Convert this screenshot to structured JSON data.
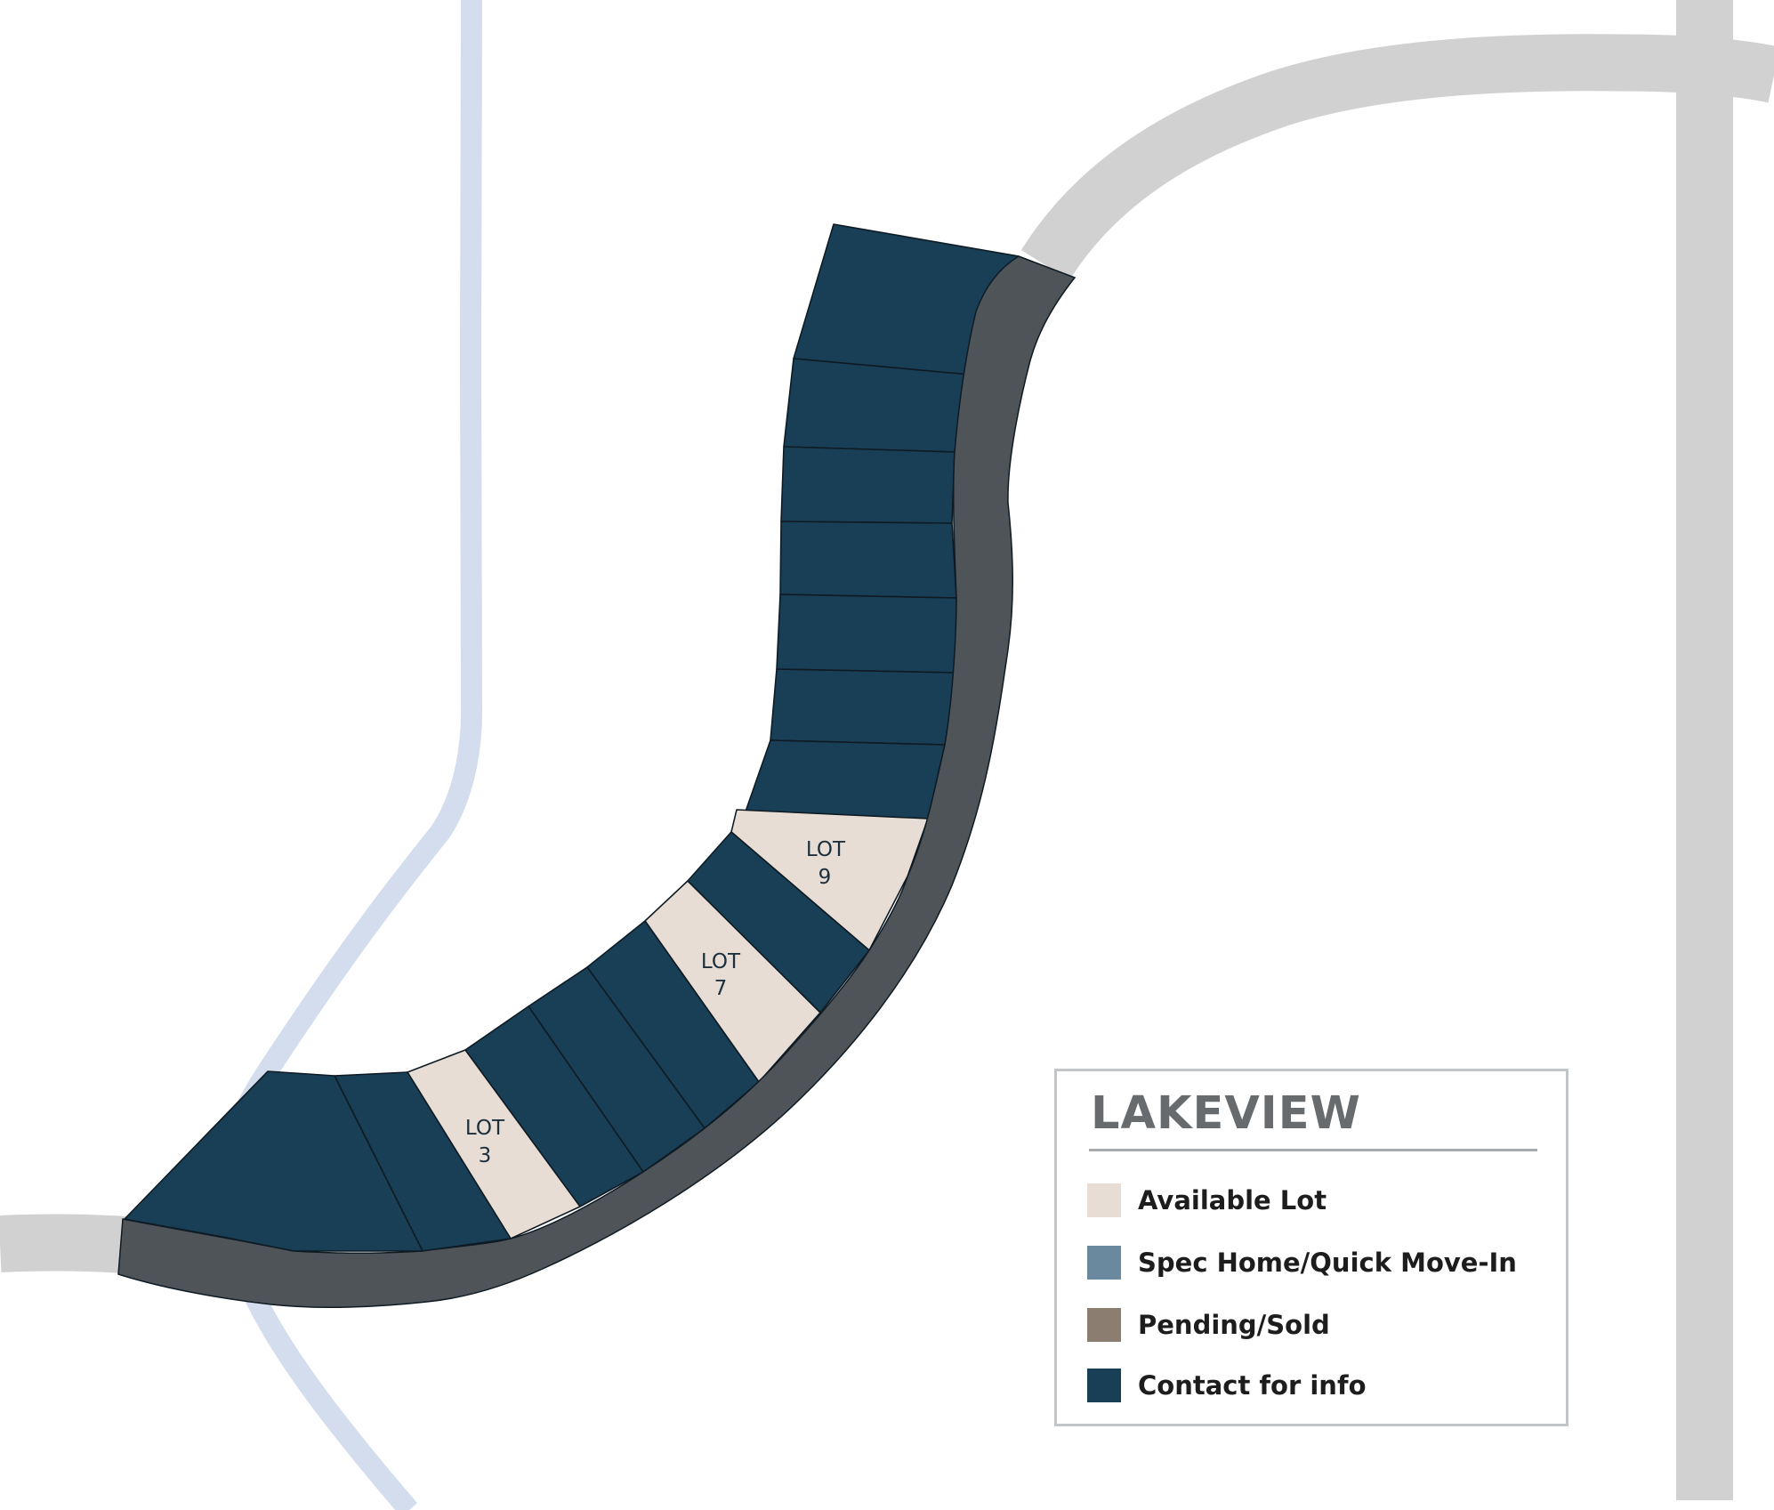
{
  "map": {
    "lots": [
      {
        "id": "lot-1",
        "status": "contact"
      },
      {
        "id": "lot-2",
        "status": "contact"
      },
      {
        "id": "lot-3",
        "status": "available",
        "label_line1": "LOT",
        "label_line2": "3"
      },
      {
        "id": "lot-4",
        "status": "contact"
      },
      {
        "id": "lot-5",
        "status": "contact"
      },
      {
        "id": "lot-6",
        "status": "contact"
      },
      {
        "id": "lot-7",
        "status": "available",
        "label_line1": "LOT",
        "label_line2": "7"
      },
      {
        "id": "lot-8",
        "status": "contact"
      },
      {
        "id": "lot-9",
        "status": "available",
        "label_line1": "LOT",
        "label_line2": "9"
      },
      {
        "id": "lot-10",
        "status": "contact"
      },
      {
        "id": "lot-11",
        "status": "contact"
      },
      {
        "id": "lot-12",
        "status": "contact"
      },
      {
        "id": "lot-13",
        "status": "contact"
      },
      {
        "id": "lot-14",
        "status": "contact"
      },
      {
        "id": "lot-15",
        "status": "contact"
      },
      {
        "id": "lot-16",
        "status": "contact"
      }
    ]
  },
  "legend": {
    "title": "LAKEVIEW",
    "items": [
      {
        "status": "available",
        "label": "Available Lot",
        "color": "#e8ddd4"
      },
      {
        "status": "spec",
        "label": "Spec Home/Quick Move-In",
        "color": "#6b899e"
      },
      {
        "status": "pending",
        "label": "Pending/Sold",
        "color": "#8b7d70"
      },
      {
        "status": "contact",
        "label": "Contact for info",
        "color": "#183f56"
      }
    ]
  },
  "colors": {
    "water": "#d3ddee",
    "outer_road": "#d2d1d2",
    "street": "#4f5459",
    "lot_outline": "#0e1b24",
    "label_text": "#1b2f3d"
  }
}
